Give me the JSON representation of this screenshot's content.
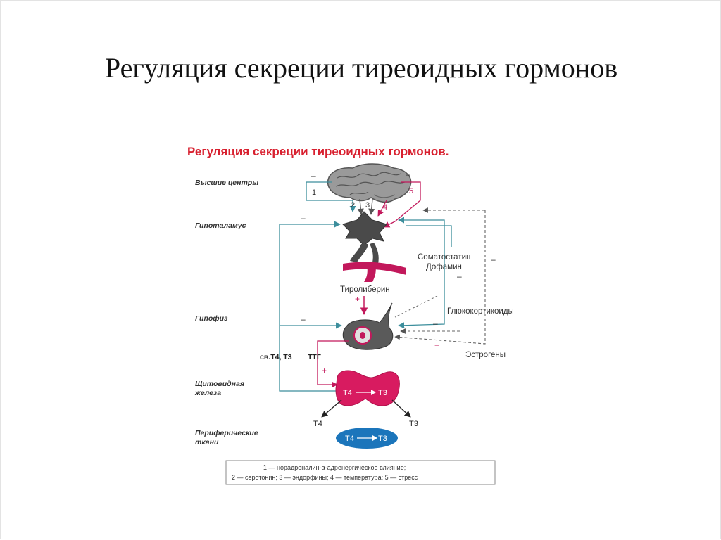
{
  "slide": {
    "title": "Регуляция секреции тиреоидных гормонов"
  },
  "diagram": {
    "title": "Регуляция секреции тиреоидных гормонов.",
    "levels": {
      "higher_centers": "Высшие центры",
      "hypothalamus": "Гипоталамус",
      "pituitary": "Гипофиз",
      "thyroid_line1": "Щитовидная",
      "thyroid_line2": "железа",
      "peripheral_line1": "Периферические",
      "peripheral_line2": "ткани"
    },
    "labels": {
      "somatostatin": "Соматостатин",
      "dopamine": "Дофамин",
      "thyroliberin": "Тиролиберин",
      "glucocorticoids": "Глюкокортикоиды",
      "estrogens": "Эстрогены",
      "ttg": "ТТГ",
      "free_t4_t3": "св.Т4, Т3",
      "t4": "Т4",
      "t3": "Т3"
    },
    "signs": {
      "minus": "–",
      "plus": "+"
    },
    "numbers": {
      "n1": "1",
      "n2": "2",
      "n3": "3",
      "n4": "4",
      "n5": "5"
    },
    "legend": {
      "line1": "1 — норадреналин-α-адренергическое влияние;",
      "line2": "2 — серотонин; 3 — эндорфины; 4 — температура; 5 — стресс"
    },
    "colors": {
      "title_red": "#d8202f",
      "teal": "#3c8e9c",
      "magenta": "#c2185b",
      "gland_pink": "#d81b60",
      "blue_oval": "#1b75bb",
      "dark_gray": "#444444"
    }
  }
}
